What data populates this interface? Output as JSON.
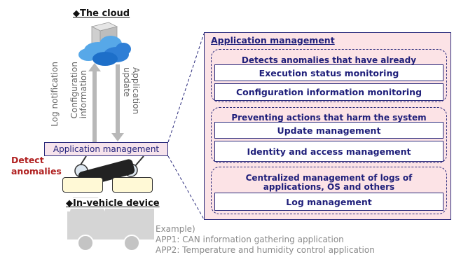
{
  "cloud": {
    "title": "◆The cloud"
  },
  "arrows": {
    "log_notification": "Log notification",
    "configuration_information": [
      "Configuration",
      "information"
    ],
    "application_update": [
      "Application",
      "update"
    ]
  },
  "device": {
    "app_label": "Application management",
    "detect_label": [
      "Detect",
      "anomalies"
    ],
    "title": "◆In-vehicle device"
  },
  "panel": {
    "title": "Application management",
    "groups": [
      {
        "title": [
          "Detects anomalies that have already"
        ],
        "items": [
          "Execution status monitoring",
          "Configuration information monitoring"
        ]
      },
      {
        "title": [
          "Preventing actions that harm the system"
        ],
        "items": [
          "Update management",
          "Identity and access management"
        ]
      },
      {
        "title": [
          "Centralized management of logs of",
          "applications, OS and others"
        ],
        "items": [
          "Log management"
        ]
      }
    ]
  },
  "example": {
    "heading": "Example)",
    "lines": [
      "APP1: CAN information gathering application",
      "APP2: Temperature and humidity control application"
    ]
  },
  "colors": {
    "panel_fill": "#fce3e6",
    "border": "#2b2b7c",
    "text_navy": "#1f1f7a",
    "detect_red": "#b02020",
    "cloud_blue": "#2f7fd6",
    "truck_gray": "#d5d5d5"
  },
  "icons": [
    "server-icon",
    "cloud-icon",
    "truck-icon",
    "camera-icon",
    "upload-arrow-icon",
    "download-arrow-icon"
  ]
}
